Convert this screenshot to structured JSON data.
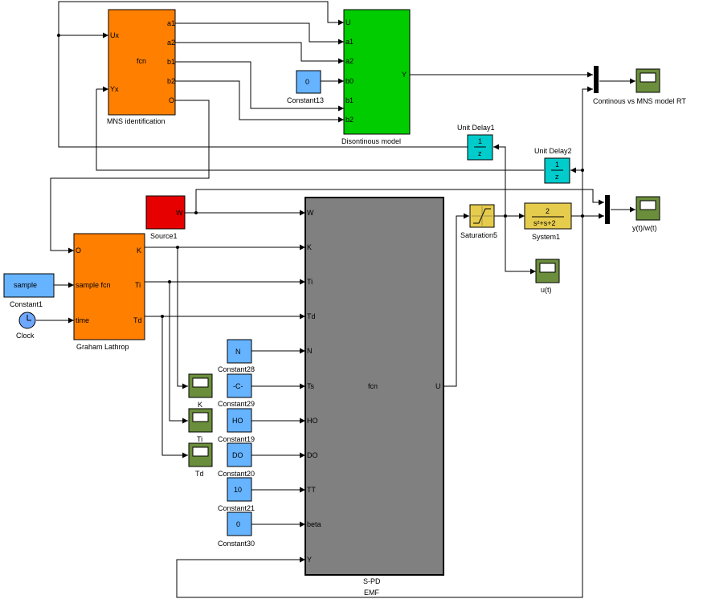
{
  "colors": {
    "orange": "#ff7f00",
    "green_block": "#00cc00",
    "gray_block": "#808080",
    "light_blue": "#66b3ff",
    "cyan": "#00cccc",
    "red": "#e60000",
    "yellow": "#e6cc4d",
    "scope_green": "#6b8e3c",
    "clock_blue": "#6fa8ff"
  },
  "blocks": {
    "mns": {
      "label": "MNS identification",
      "fcn": "fcn",
      "inputs": [
        "Ux",
        "Yx"
      ],
      "outputs": [
        "a1",
        "a2",
        "b1",
        "b2",
        "O"
      ]
    },
    "disc": {
      "label": "Disontinous model",
      "inputs": [
        "U",
        "a1",
        "a2",
        "b0",
        "b1",
        "b2"
      ],
      "output": "Y"
    },
    "const13": {
      "label": "Constant13",
      "value": "0"
    },
    "scope_cont": {
      "label": "Continous vs MNS model RT"
    },
    "unit_delay1": {
      "label": "Unit Delay1",
      "num": "1",
      "den": "z"
    },
    "unit_delay2": {
      "label": "Unit Delay2",
      "num": "1",
      "den": "z"
    },
    "source1": {
      "label": "Source1",
      "port": "W"
    },
    "graham": {
      "label": "Graham Lathrop",
      "fcn": "sample fcn",
      "inputs": [
        "O",
        "sample",
        "time"
      ],
      "outputs": [
        "K",
        "Ti",
        "Td"
      ]
    },
    "const1": {
      "label": "Constant1",
      "value": "sample"
    },
    "clock": {
      "label": "Clock"
    },
    "spd": {
      "label1": "S-PD",
      "label2": "EMF",
      "fcn": "fcn",
      "inputs": [
        "W",
        "K",
        "Ti",
        "Td",
        "N",
        "Ts",
        "HO",
        "DO",
        "TT",
        "beta",
        "Y"
      ],
      "output": "U"
    },
    "saturation": {
      "label": "Saturation5"
    },
    "system1": {
      "label": "System1",
      "num": "2",
      "den": "s²+s+2"
    },
    "scope_y": {
      "label": "y(t)/w(t)"
    },
    "scope_u": {
      "label": "u(t)"
    },
    "scope_k": {
      "label": "K"
    },
    "scope_ti": {
      "label": "Ti"
    },
    "scope_td": {
      "label": "Td"
    },
    "const28": {
      "label": "Constant28",
      "value": "N"
    },
    "const29": {
      "label": "Constant29",
      "value": "-C-"
    },
    "const19": {
      "label": "Constant19",
      "value": "HO"
    },
    "const20": {
      "label": "Constant20",
      "value": "DO"
    },
    "const21": {
      "label": "Constant21",
      "value": "10"
    },
    "const30": {
      "label": "Constant30",
      "value": "0"
    }
  }
}
